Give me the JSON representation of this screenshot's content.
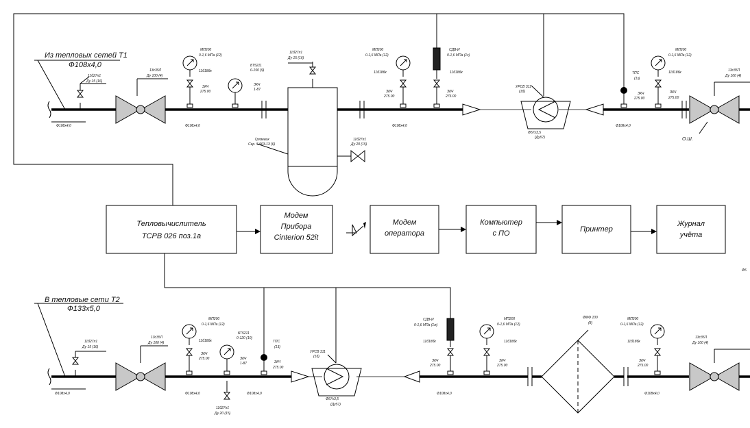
{
  "colors": {
    "line": "#000000",
    "valve_fill": "#c8c8c8",
    "background": "#ffffff"
  },
  "top_line": {
    "title": "Из тепловых сетей Т1",
    "diameter": "Ф108х4,0",
    "pipe_label_left": "Ф108х4,0",
    "pipe_label_mid1": "Ф108х4,0",
    "pipe_label_mid2": "Ф108х4,0",
    "pipe_label_right": "Ф108х4,0",
    "drain_valve": {
      "line1": "11б27п1",
      "line2": "Ду 15 (16)"
    },
    "gate_valve_left": {
      "line1": "13с35Л",
      "line2": "Ду 100 (4)"
    },
    "gate_valve_right": {
      "line1": "13с35Л",
      "line2": "Ду 100 (4)"
    },
    "manometer1": {
      "line1": "МП200",
      "line2": "0-1,6 МПа (12)"
    },
    "manometer1_valve": "11б18бк",
    "manometer1_tap": {
      "line1": "ЗКЧ",
      "line2": "275.00"
    },
    "thermometer": {
      "line1": "БТ5211",
      "line2": "0-150 (9)"
    },
    "thermometer_tap": {
      "line1": "ЗКЧ",
      "line2": "1-87"
    },
    "vent_valve": {
      "line1": "11б27п1",
      "line2": "Ду 15 (16)"
    },
    "mud_trap": {
      "line1": "Грязевик",
      "line2": "Сер. 5.903-13 (6)"
    },
    "mud_trap_drain": {
      "line1": "11б27п1",
      "line2": "Ду 20 (15)"
    },
    "manometer2": {
      "line1": "МП200",
      "line2": "0-1,6 МПа (12)"
    },
    "manometer2_valve": "11б18бк",
    "manometer2_tap": {
      "line1": "ЗКЧ",
      "line2": "275.00"
    },
    "pressure_sensor": {
      "line1": "СДВ-И",
      "line2": "0-1,6 МПа (1с)"
    },
    "pressure_sensor_valve": "11б18бк",
    "pressure_sensor_tap": {
      "line1": "ЗКЧ",
      "line2": "275.00"
    },
    "flowmeter": {
      "line1": "УРСВ 311",
      "line2": "(1б)"
    },
    "flowmeter_pipe": {
      "line1": "Ф57х3,5",
      "line2": "(Ду57)"
    },
    "temp_sensor": {
      "line1": "ТПС",
      "line2": "(1з)"
    },
    "temp_sensor_tap": {
      "line1": "ЗКЧ",
      "line2": "275.00"
    },
    "manometer3": {
      "line1": "МП200",
      "line2": "0-1,6 МПа (12)"
    },
    "manometer3_valve": "11б18бк",
    "manometer3_tap": {
      "line1": "ЗКЧ",
      "line2": "275.00"
    },
    "os_label": "О.Ш."
  },
  "blocks": {
    "calculator_line1": "Тепловычислитель",
    "calculator_line2": "ТСРВ 026 поз.1а",
    "device_modem_line1": "Модем",
    "device_modem_line2": "Прибора",
    "device_modem_line3": "Cinterion 52it",
    "operator_modem_line1": "Модем",
    "operator_modem_line2": "оператора",
    "computer_line1": "Компьютер",
    "computer_line2": "с ПО",
    "printer": "Принтер",
    "journal_line1": "Журнал",
    "journal_line2": "учёта"
  },
  "right_edge_label": "Ф5",
  "bottom_line": {
    "title": "В тепловые сети Т2",
    "diameter": "Ф133х5,0",
    "pipe_label_left": "Ф108х4,0",
    "pipe_label_mid1": "Ф108х4,0",
    "pipe_label_mid2": "Ф108х4,0",
    "pipe_label_right": "Ф108х4,0",
    "drain_valve": {
      "line1": "11б27п1",
      "line2": "Ду 15 (16)"
    },
    "gate_valve_left": {
      "line1": "13с35Л",
      "line2": "Ду 100 (4)"
    },
    "gate_valve_right": {
      "line1": "13с35Л",
      "line2": "Ду 100 (4)"
    },
    "manometer1": {
      "line1": "МП200",
      "line2": "0-1,6 МПа (12)"
    },
    "manometer1_valve": "11б18бк",
    "manometer1_tap": {
      "line1": "ЗКЧ",
      "line2": "275.00"
    },
    "thermometer": {
      "line1": "БТ5211",
      "line2": "0-120 (10)"
    },
    "thermometer_tap": {
      "line1": "ЗКЧ",
      "line2": "1-87"
    },
    "drain_valve2": {
      "line1": "11б27п1",
      "line2": "Ду 20 (15)"
    },
    "temp_sensor": {
      "line1": "ТПС",
      "line2": "(13)"
    },
    "temp_sensor_tap": {
      "line1": "ЗКЧ",
      "line2": "275.00"
    },
    "flowmeter": {
      "line1": "УРСВ 311",
      "line2": "(1б)"
    },
    "flowmeter_pipe": {
      "line1": "Ф57х3,5",
      "line2": "(Ду57)"
    },
    "pressure_sensor": {
      "line1": "СДВ-И",
      "line2": "0-1,6 МПа (1ж)"
    },
    "pressure_sensor_valve": "11б18бк",
    "pressure_sensor_tap": {
      "line1": "ЗКЧ",
      "line2": "275.00"
    },
    "manometer2": {
      "line1": "МП200",
      "line2": "0-1,6 МПа (12)"
    },
    "manometer2_valve": "11б18бк",
    "manometer2_tap": {
      "line1": "ЗКЧ",
      "line2": "275.00"
    },
    "filter": {
      "line1": "ФМФ 100",
      "line2": "(8)"
    },
    "manometer3": {
      "line1": "МП200",
      "line2": "0-1,6 МПа (12)"
    },
    "manometer3_valve": "11б18бк",
    "manometer3_tap": {
      "line1": "ЗКЧ",
      "line2": "275.00"
    }
  }
}
